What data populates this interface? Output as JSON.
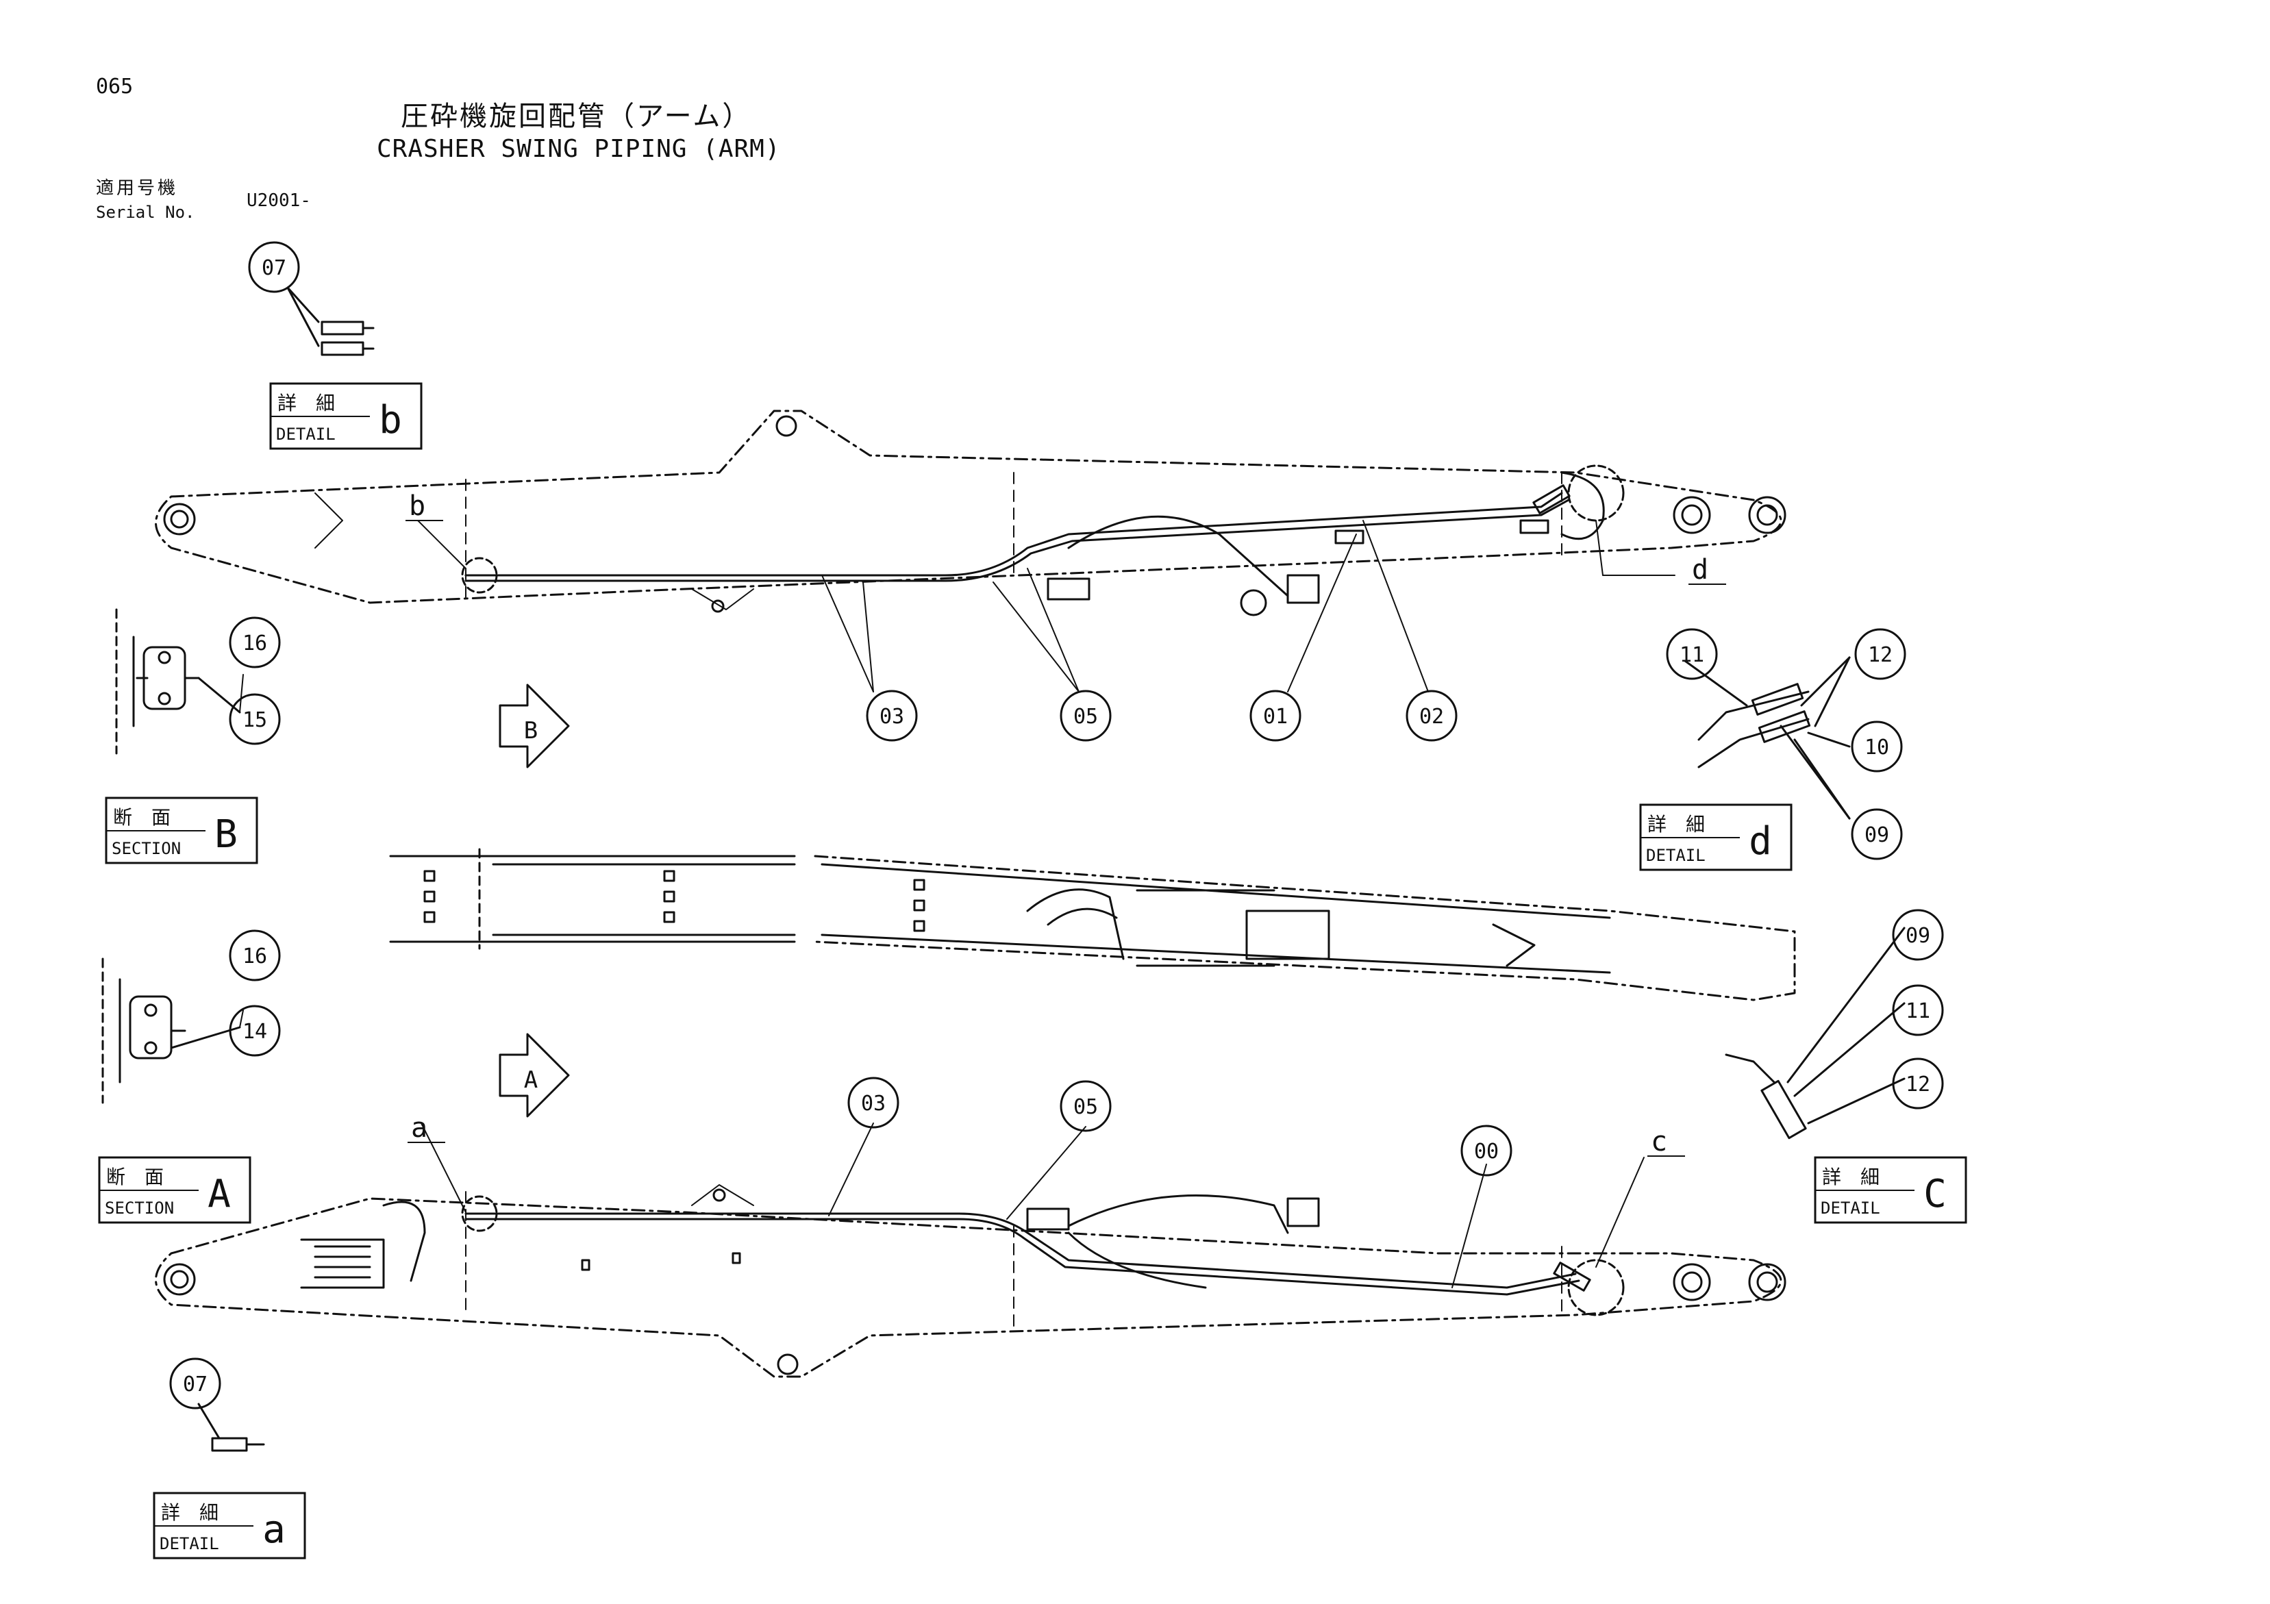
{
  "header": {
    "page_number": "065",
    "title_jp": "圧砕機旋回配管（アーム）",
    "title_en": "CRASHER SWING PIPING (ARM)",
    "serial_label_jp": "適用号機",
    "serial_label_en": "Serial No.",
    "serial_value": "U2001-"
  },
  "detail_boxes": [
    {
      "id": "b",
      "jp": "詳　細",
      "en": "DETAIL",
      "letter": "b"
    },
    {
      "id": "d",
      "jp": "詳　細",
      "en": "DETAIL",
      "letter": "d"
    },
    {
      "id": "c",
      "jp": "詳　細",
      "en": "DETAIL",
      "letter": "C"
    },
    {
      "id": "a",
      "jp": "詳　細",
      "en": "DETAIL",
      "letter": "a"
    }
  ],
  "section_boxes": [
    {
      "id": "B",
      "jp": "断　面",
      "en": "SECTION",
      "letter": "B"
    },
    {
      "id": "A",
      "jp": "断　面",
      "en": "SECTION",
      "letter": "A"
    }
  ],
  "view_arrows": [
    {
      "id": "B",
      "letter": "B"
    },
    {
      "id": "A",
      "letter": "A"
    }
  ],
  "balloons": [
    {
      "id": "b07",
      "label": "07"
    },
    {
      "id": "b16a",
      "label": "16"
    },
    {
      "id": "b15",
      "label": "15"
    },
    {
      "id": "b03a",
      "label": "03"
    },
    {
      "id": "b05a",
      "label": "05"
    },
    {
      "id": "b01",
      "label": "01"
    },
    {
      "id": "b02",
      "label": "02"
    },
    {
      "id": "b11a",
      "label": "11"
    },
    {
      "id": "b12a",
      "label": "12"
    },
    {
      "id": "b10",
      "label": "10"
    },
    {
      "id": "b09a",
      "label": "09"
    },
    {
      "id": "b16b",
      "label": "16"
    },
    {
      "id": "b14",
      "label": "14"
    },
    {
      "id": "b09b",
      "label": "09"
    },
    {
      "id": "b11b",
      "label": "11"
    },
    {
      "id": "b12b",
      "label": "12"
    },
    {
      "id": "b03b",
      "label": "03"
    },
    {
      "id": "b05b",
      "label": "05"
    },
    {
      "id": "b00",
      "label": "00"
    },
    {
      "id": "b07b",
      "label": "07"
    }
  ],
  "ref_letters": [
    {
      "id": "rb",
      "label": "b"
    },
    {
      "id": "rd",
      "label": "d"
    },
    {
      "id": "ra",
      "label": "a"
    },
    {
      "id": "rc",
      "label": "c"
    }
  ]
}
